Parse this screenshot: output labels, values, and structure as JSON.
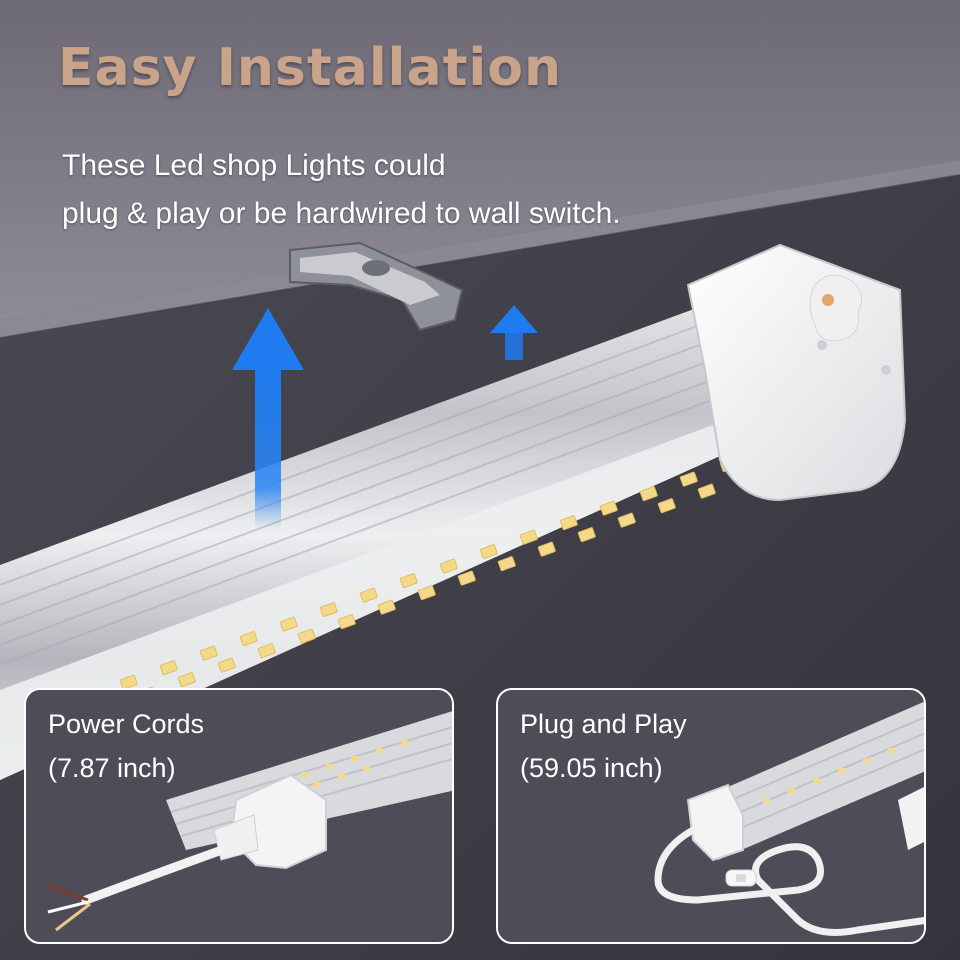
{
  "headline": {
    "title": "Easy Installation",
    "description_line1": "These Led shop Lights could",
    "description_line2": "plug & play or be hardwired to wall switch."
  },
  "insets": {
    "power_cords": {
      "label": "Power Cords",
      "length": "(7.87 inch)"
    },
    "plug_and_play": {
      "label": "Plug and Play",
      "length": "(59.05 inch)"
    }
  },
  "colors": {
    "title": "#caa48a",
    "text": "#ffffff",
    "arrow": "#1e7bf0",
    "led": "#f4d98a",
    "background": "#5f5d68"
  },
  "icons": [
    "up-arrow-icon",
    "mounting-clip",
    "led-tube",
    "end-cap",
    "power-cord",
    "rocker-switch"
  ]
}
